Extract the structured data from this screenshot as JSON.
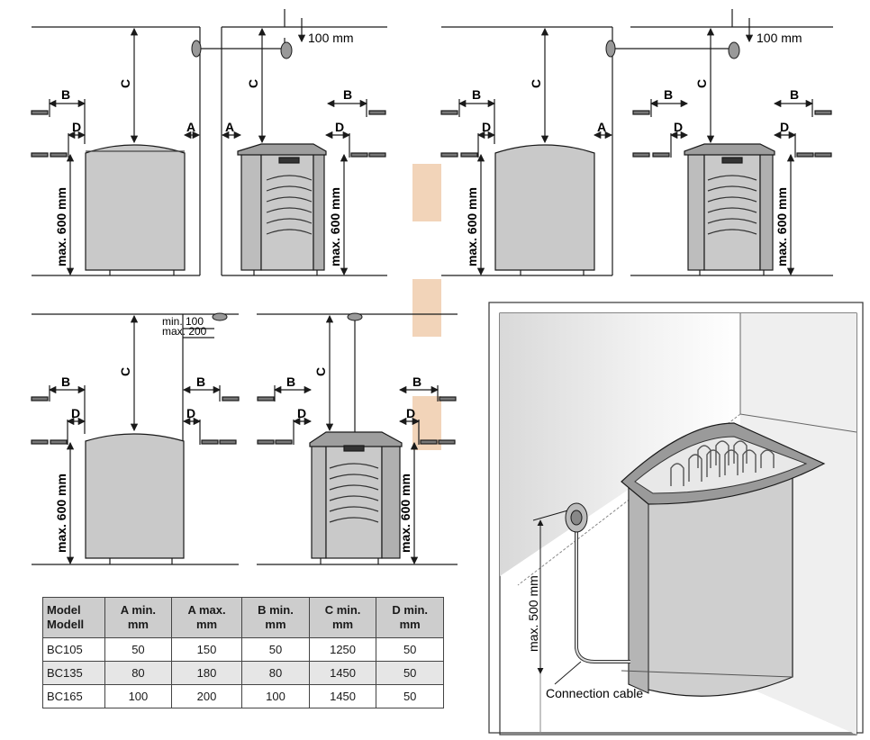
{
  "labels": {
    "dim_100": "100 mm",
    "max_600": "max. 600 mm",
    "max_500": "max. 500 mm",
    "min_100": "min. 100",
    "max_200": "max. 200",
    "connection_cable": "Connection cable",
    "A": "A",
    "B": "B",
    "C": "C",
    "D": "D"
  },
  "table": {
    "headers": [
      [
        "Model",
        "Modell"
      ],
      [
        "A min.",
        "mm"
      ],
      [
        "A max.",
        "mm"
      ],
      [
        "B min.",
        "mm"
      ],
      [
        "C min.",
        "mm"
      ],
      [
        "D min.",
        "mm"
      ]
    ],
    "rows": [
      [
        "BC105",
        "50",
        "150",
        "50",
        "1250",
        "50"
      ],
      [
        "BC135",
        "80",
        "180",
        "80",
        "1450",
        "50"
      ],
      [
        "BC165",
        "100",
        "200",
        "100",
        "1450",
        "50"
      ]
    ]
  },
  "colors": {
    "heater_fill": "#c9c9c9",
    "line": "#1a1a1a",
    "panel_border": "#333333"
  },
  "icons": [
    "wall-bracket-icon",
    "ceiling-sensor-icon",
    "wall-sensor-icon"
  ]
}
